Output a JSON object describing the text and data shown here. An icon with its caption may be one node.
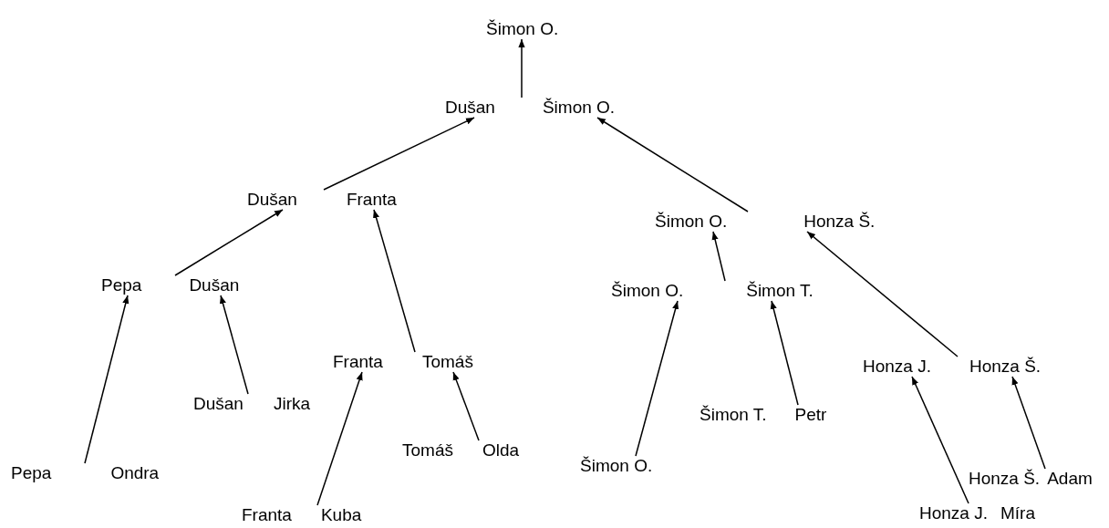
{
  "diagram": {
    "nodes": [
      {
        "text": [
          "Šimon O."
        ]
      },
      {
        "text": [
          "Dušan",
          "Šimon O."
        ]
      },
      {
        "text": [
          "Dušan",
          "Franta"
        ]
      },
      {
        "text": [
          "Šimon O.",
          "Honza Š."
        ]
      },
      {
        "text": [
          "Pepa",
          "Dušan"
        ]
      },
      {
        "text": [
          "Franta",
          "Tomáš"
        ]
      },
      {
        "text": [
          "Šimon O.",
          "Šimon T."
        ]
      },
      {
        "text": [
          "Honza J.",
          "Honza Š."
        ]
      },
      {
        "text": [
          "Dušan",
          "Jirka"
        ]
      },
      {
        "text": [
          "Šimon T.",
          "Petr"
        ]
      },
      {
        "text": [
          "Pepa",
          "Ondra"
        ]
      },
      {
        "text": [
          "Tomáš",
          "Olda"
        ]
      },
      {
        "text": [
          "Šimon O."
        ]
      },
      {
        "text": [
          "Franta",
          "Kuba"
        ]
      },
      {
        "text": [
          "Honza Š.",
          "Adam"
        ]
      },
      {
        "text": [
          "Honza J.",
          "Míra"
        ]
      }
    ],
    "edges": [
      {
        "from": 1,
        "to": 0,
        "arrow": "to"
      },
      {
        "from": 2,
        "to": 1,
        "arrow": "to"
      },
      {
        "from": 3,
        "to": 1,
        "arrow": "to"
      },
      {
        "from": 4,
        "to": 2,
        "arrow": "to"
      },
      {
        "from": 5,
        "to": 2,
        "arrow": "to"
      },
      {
        "from": 6,
        "to": 3,
        "arrow": "to"
      },
      {
        "from": 7,
        "to": 3,
        "arrow": "to"
      },
      {
        "from": 8,
        "to": 4,
        "arrow": "to"
      },
      {
        "from": 10,
        "to": 4,
        "arrow": "to"
      },
      {
        "from": 13,
        "to": 5,
        "arrow": "to"
      },
      {
        "from": 11,
        "to": 5,
        "arrow": "to"
      },
      {
        "from": 12,
        "to": 6,
        "arrow": "to"
      },
      {
        "from": 9,
        "to": 6,
        "arrow": "to"
      },
      {
        "from": 15,
        "to": 7,
        "arrow": "to"
      },
      {
        "from": 14,
        "to": 7,
        "arrow": "to"
      }
    ]
  }
}
